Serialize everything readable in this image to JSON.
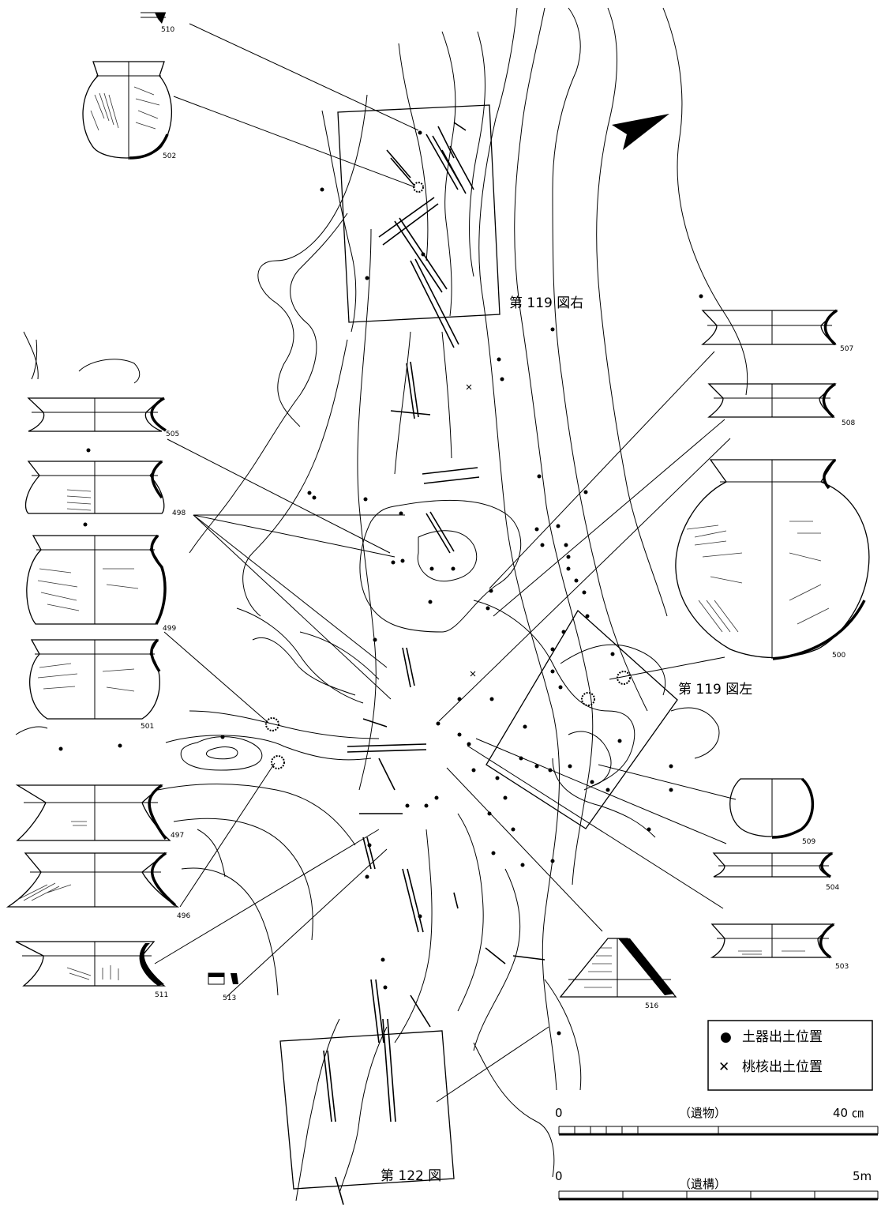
{
  "figure_refs": {
    "fig119_right": "第 119 図右",
    "fig119_left": "第 119 図左",
    "fig122": "第 122 図"
  },
  "vessel_labels": {
    "v510": "510",
    "v502": "502",
    "v505": "505",
    "v498": "498",
    "v499": "499",
    "v501": "501",
    "v497": "497",
    "v496": "496",
    "v511": "511",
    "v513": "513",
    "v516": "516",
    "v507": "507",
    "v508": "508",
    "v500": "500",
    "v509": "509",
    "v504": "504",
    "v503": "503"
  },
  "legend": {
    "pottery_symbol": "●",
    "pottery_label": "土器出土位置",
    "peach_symbol": "✕",
    "peach_label": "桃核出土位置"
  },
  "scale_artifacts": {
    "start": "0",
    "caption": "（遺物）",
    "end": "40 ㎝"
  },
  "scale_features": {
    "start": "0",
    "caption": "（遺構）",
    "end": "5m"
  }
}
